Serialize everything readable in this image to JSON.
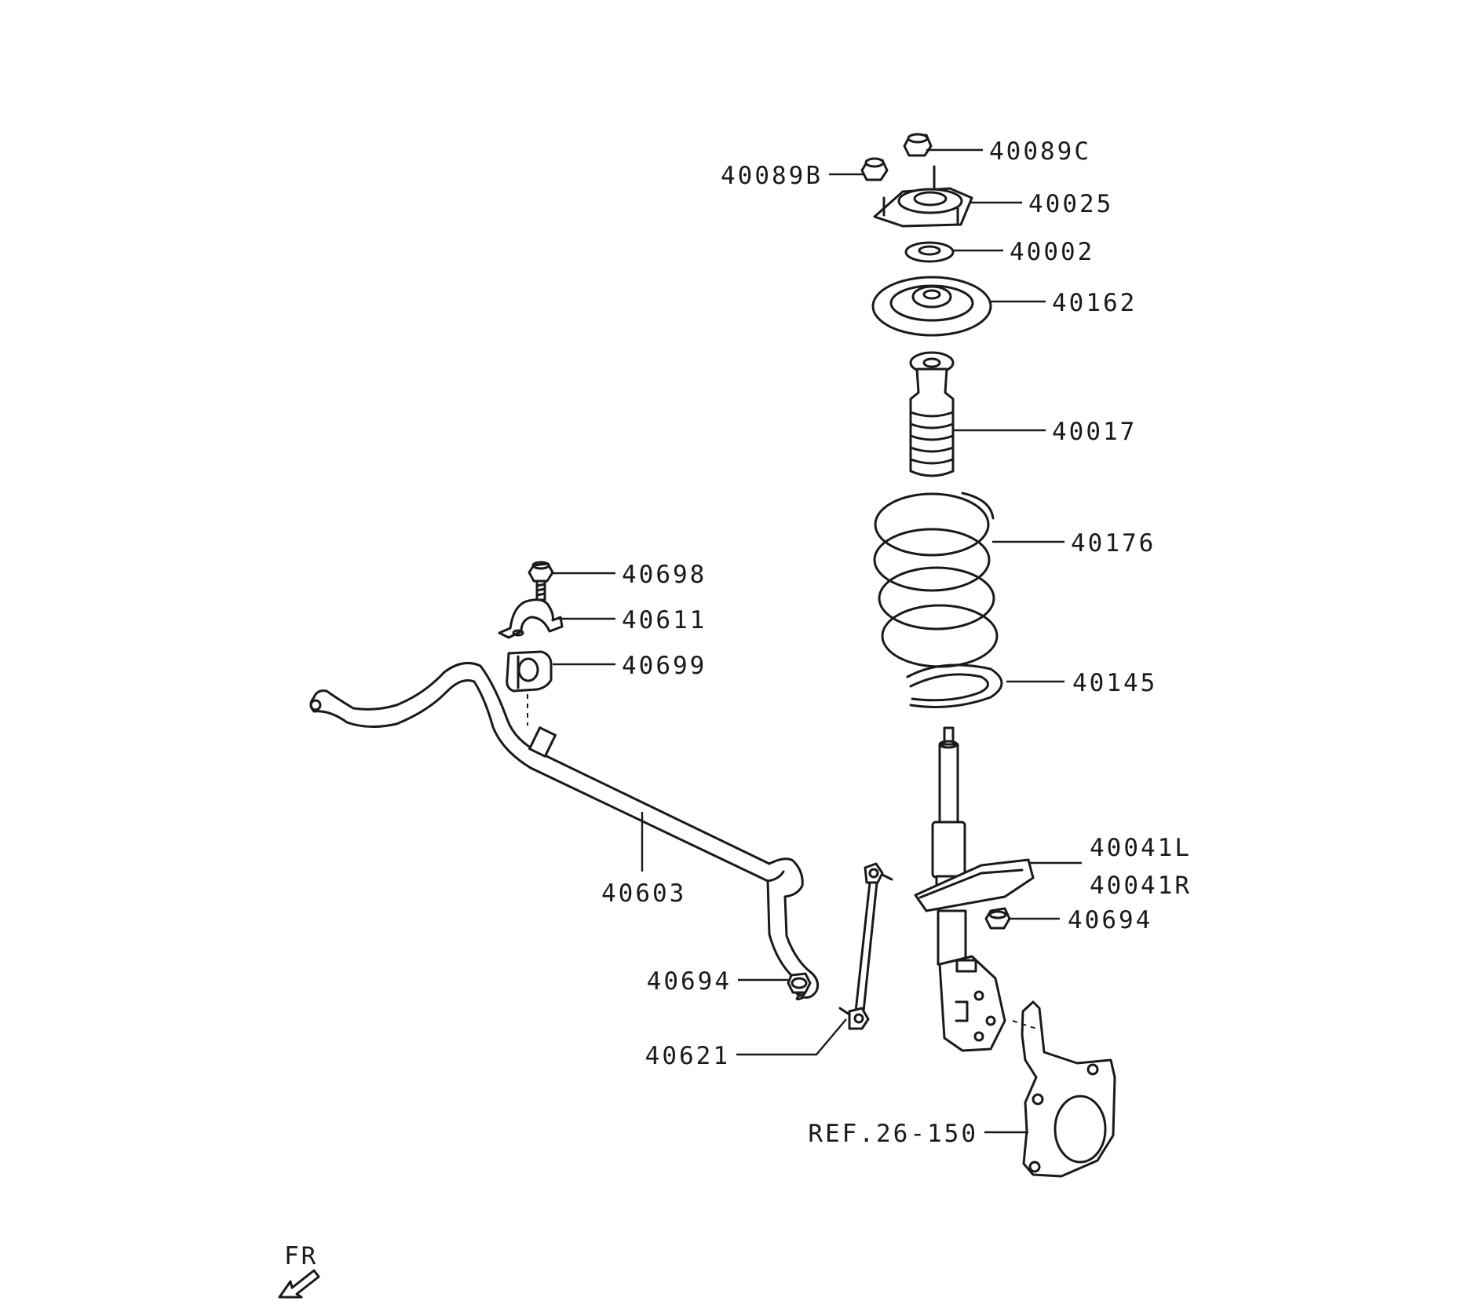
{
  "callouts": {
    "nut_40089c": "40089C",
    "nut_40089b": "40089B",
    "strut_mount": "40025",
    "bearing": "40002",
    "upper_spring_seat": "40162",
    "bump_stopper_boot": "40017",
    "coil_spring": "40176",
    "lower_spring_pad": "40145",
    "strut_left": "40041L",
    "strut_right": "40041R",
    "nut_40694_upper": "40694",
    "nut_40694_lower": "40694",
    "bolt_40698": "40698",
    "bracket_40611": "40611",
    "bushing_40699": "40699",
    "stabilizer_bar": "40603",
    "stabilizer_link": "40621",
    "knuckle_ref": "REF.26-150"
  },
  "direction": {
    "label": "FR",
    "icon": "front-direction-arrow-icon"
  }
}
